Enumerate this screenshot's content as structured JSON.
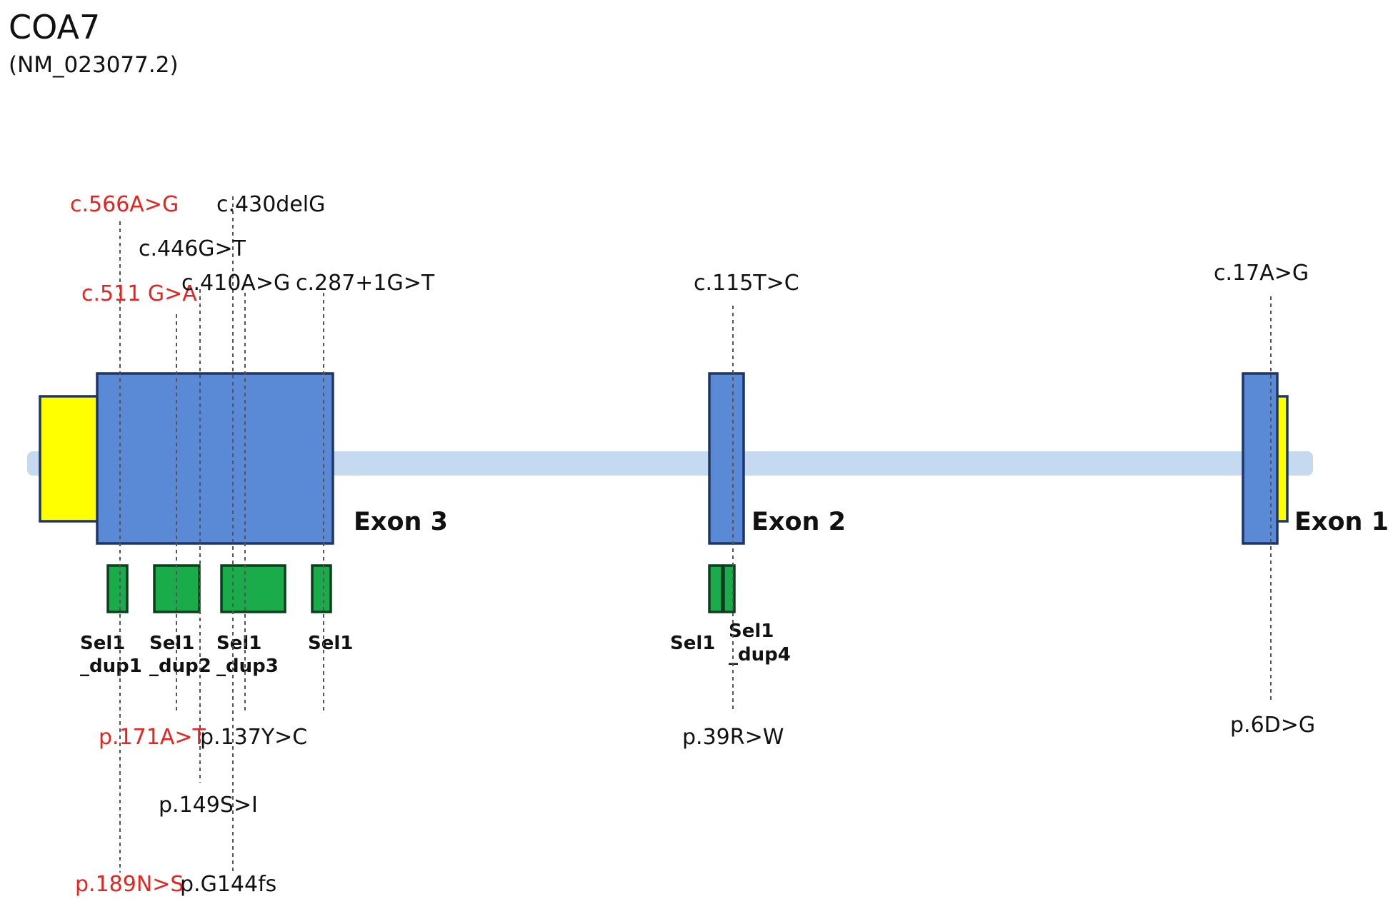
{
  "gene": "COA7",
  "transcript": "(NM_023077.2)",
  "colors": {
    "exon": "#5a8ad6",
    "utr": "#ffff00",
    "domain": "#1aab4b",
    "intron": "#c5d9f1",
    "highlight_variant": "#e8231f",
    "variant": "#111111"
  },
  "exons": [
    {
      "label": "Exon 3"
    },
    {
      "label": "Exon 2"
    },
    {
      "label": "Exon 1"
    }
  ],
  "domains": [
    {
      "line1": "Sel1",
      "line2": "_dup1"
    },
    {
      "line1": "Sel1",
      "line2": "_dup2"
    },
    {
      "line1": "Sel1",
      "line2": "_dup3"
    },
    {
      "line1": "Sel1",
      "line2": ""
    },
    {
      "line1": "Sel1",
      "line2": ""
    },
    {
      "line1": "Sel1",
      "line2": "_dup4"
    }
  ],
  "cdna_variants": [
    {
      "label": "c.566A>G",
      "highlight": true
    },
    {
      "label": "c.430delG",
      "highlight": false
    },
    {
      "label": "c.446G>T",
      "highlight": false
    },
    {
      "label": "c.511 G>A",
      "highlight": true
    },
    {
      "label": "c.410A>G",
      "highlight": false
    },
    {
      "label": "c.287+1G>T",
      "highlight": false
    },
    {
      "label": "c.115T>C",
      "highlight": false
    },
    {
      "label": "c.17A>G",
      "highlight": false
    }
  ],
  "protein_variants": [
    {
      "label": "p.171A>T",
      "highlight": true
    },
    {
      "label": "p.137Y>C",
      "highlight": false
    },
    {
      "label": "p.149S>I",
      "highlight": false
    },
    {
      "label": "p.189N>S",
      "highlight": true
    },
    {
      "label": "p.G144fs",
      "highlight": false
    },
    {
      "label": "p.39R>W",
      "highlight": false
    },
    {
      "label": "p.6D>G",
      "highlight": false
    }
  ]
}
